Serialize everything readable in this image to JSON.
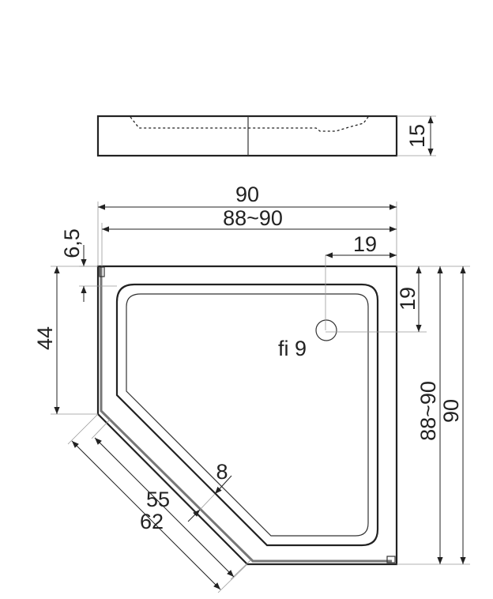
{
  "drawing": {
    "title": "Pentagonal shower tray technical drawing",
    "side_view": {
      "height": "15"
    },
    "plan_view": {
      "width_outer": "90",
      "width_range": "88~90",
      "drain_offset_x": "19",
      "drain_offset_y": "19",
      "drain_label": "fi 9",
      "glass_offset": "6,5",
      "side_length": "44",
      "height_range": "88~90",
      "height_outer": "90",
      "rim_width": "8",
      "diagonal_inner": "55",
      "diagonal_outer": "62"
    }
  }
}
